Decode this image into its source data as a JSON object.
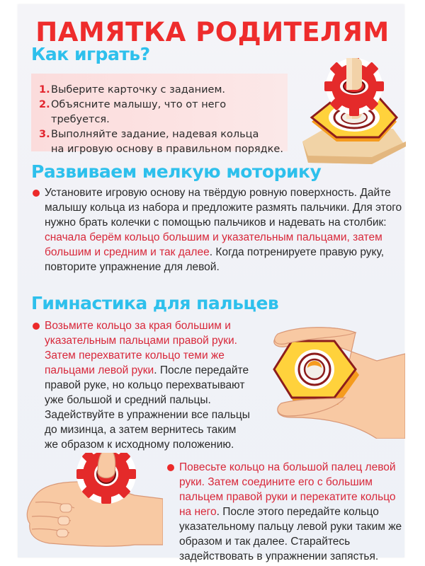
{
  "document": {
    "title": "ПАМЯТКА РОДИТЕЛЯМ",
    "colors": {
      "title": "#ee2c2c",
      "heading": "#2ec0ec",
      "accent_text": "#d8283a",
      "body_text": "#2a2a2a",
      "bullet": "#ec2a2a",
      "steps_box": "#fce0e0"
    },
    "sections": [
      {
        "heading": "Как играть?",
        "steps": [
          {
            "num": "1.",
            "text": "Выберите карточку с заданием."
          },
          {
            "num": "2.",
            "text": "Объясните малышу, что от него требуется."
          },
          {
            "num": "3.",
            "text": "Выполняйте задание, надевая кольца",
            "text2": "на игровую основу в правильном порядке."
          }
        ],
        "illustration": "stacking-toy-icon"
      },
      {
        "heading": "Развиваем мелкую моторику",
        "paragraph": {
          "plain1": "Установите игровую основу на твёрдую ровную поверхность. Дайте малышу кольца из набора и предложите размять пальчики. Для этого нужно брать колечки с помощью пальчиков и надевать на столбик: ",
          "red": "сначала берём кольцо большим и указательным пальцами, затем большим и средним и так далее",
          "plain2": ". Когда потренируете правую руку, повторите упражнение для левой."
        }
      },
      {
        "heading": "Гимнастика для пальцев",
        "items": [
          {
            "red": "Возьмите кольцо за края большим и указательным пальцами правой руки. Затем перехватите кольцо теми же пальцами левой руки",
            "plain": ". После передайте правой руке, но кольцо перехватывают уже большой и средний пальцы. Задействуйте в упражнении все пальцы до мизинца, а затем вернитесь таким же образом к исходному положению.",
            "illustration": "hand-holding-ring-icon"
          },
          {
            "red": "Повесьте кольцо на большой палец левой руки. Затем соедините его с большим пальцем правой руки и перекатите кольцо на него",
            "plain": ". После этого передайте кольцо указательному пальцу левой руки таким же образом и так далее. Старайтесь задействовать в упражнении запястья.",
            "illustration": "thumb-with-gear-ring-icon"
          }
        ]
      }
    ]
  }
}
